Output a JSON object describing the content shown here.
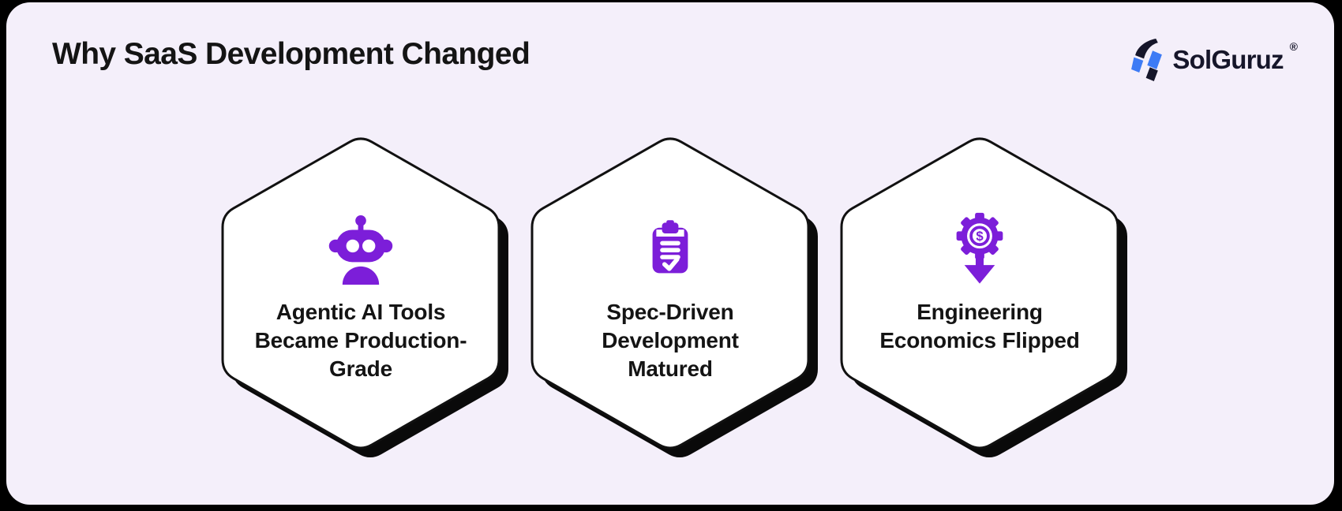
{
  "header": {
    "title": "Why SaaS Development Changed"
  },
  "logo": {
    "text": "SolGuruz",
    "registered_mark": "®"
  },
  "theme": {
    "page_bg": "#000000",
    "card_bg": "#f4effa",
    "purple": "#7c1ed9",
    "hex_fill": "#ffffff",
    "hex_border": "#111111",
    "shadow": "#0a0a0a",
    "text_dark": "#141414",
    "logo_blue": "#3d7bf5",
    "logo_dark": "#16162a"
  },
  "cards": [
    {
      "icon": "robot-icon",
      "label_lines": [
        "Agentic AI Tools",
        "Became Production-",
        "Grade"
      ]
    },
    {
      "icon": "clipboard-check-icon",
      "label_lines": [
        "Spec-Driven",
        "Development",
        "Matured"
      ]
    },
    {
      "icon": "gear-dollar-arrow-icon",
      "label_lines": [
        "Engineering",
        "Economics Flipped"
      ]
    }
  ]
}
